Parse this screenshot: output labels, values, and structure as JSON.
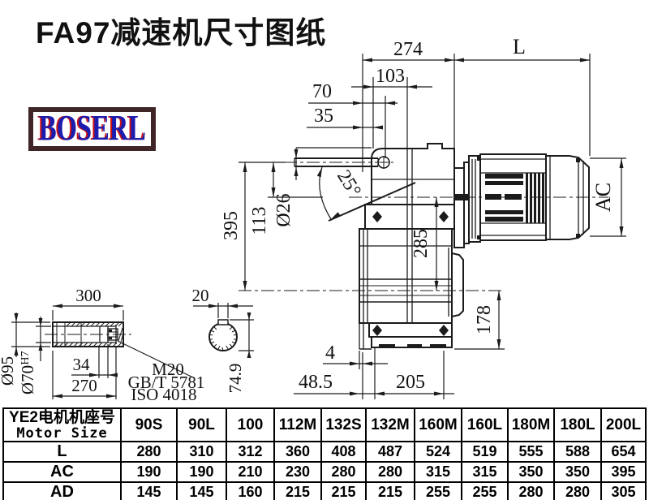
{
  "title": "FA97减速机尺寸图纸",
  "logo": {
    "text": "BOSERL"
  },
  "dimensions": {
    "main_view": {
      "housing_span": "274",
      "motor_length": "L",
      "flange_span": "103",
      "shaft_to_cover": "70",
      "shaft_to_face": "35",
      "face_angle": "25°",
      "input_shaft_dia": "Ø26",
      "input_to_output": "395",
      "input_to_motor_axis": "113",
      "motor_axis_to_output": "285",
      "output_to_bottom": "178",
      "motor_diameter": "AC",
      "foot_offset": "4",
      "edge_to_foot": "48.5",
      "foot_length": "205"
    },
    "shaft_detail": {
      "length": "300",
      "outer_dia": "Ø95",
      "bore_dia": "Ø70",
      "bore_tolerance": "H7",
      "plate_width": "34",
      "bore_depth": "270",
      "bolt": "M20",
      "standard_1": "GB/T 5781",
      "standard_2": "ISO 4018"
    },
    "section_detail": {
      "keyway_width": "20",
      "bore_plus_key": "74.9"
    }
  },
  "table": {
    "header": {
      "line1": "YE2电机机座号",
      "line2": "Motor Size"
    },
    "columns": [
      "90S",
      "90L",
      "100",
      "112M",
      "132S",
      "132M",
      "160M",
      "160L",
      "180M",
      "180L",
      "200L"
    ],
    "rows": [
      {
        "label": "L",
        "values": [
          "280",
          "310",
          "312",
          "360",
          "408",
          "487",
          "524",
          "519",
          "555",
          "588",
          "654"
        ]
      },
      {
        "label": "AC",
        "values": [
          "190",
          "190",
          "210",
          "230",
          "280",
          "280",
          "315",
          "315",
          "350",
          "350",
          "395"
        ]
      },
      {
        "label": "AD",
        "values": [
          "145",
          "145",
          "160",
          "215",
          "215",
          "215",
          "255",
          "255",
          "280",
          "280",
          "305"
        ]
      }
    ]
  }
}
